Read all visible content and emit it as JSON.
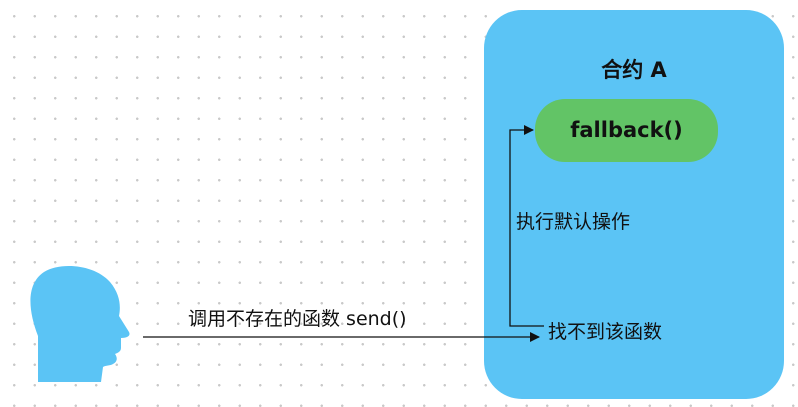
{
  "colors": {
    "contract_fill": "#5bc4f5",
    "fallback_fill": "#62c466",
    "user_fill": "#5bc4f5",
    "line": "#111111"
  },
  "contract": {
    "title": "合约 A",
    "fallback_label": "fallback()"
  },
  "flow": {
    "call_label": "调用不存在的函数 send()",
    "not_found_label": "找不到该函数",
    "default_action_label": "执行默认操作"
  },
  "user": {
    "icon": "user-head-silhouette-icon"
  }
}
